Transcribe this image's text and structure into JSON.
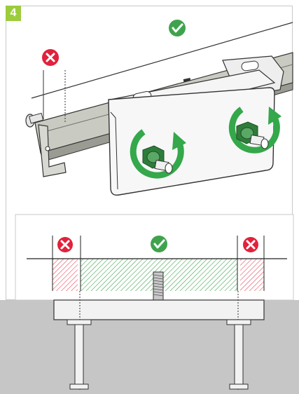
{
  "step": {
    "number": "4",
    "accent": "#9ccc3c"
  },
  "icons": {
    "ok": {
      "name": "check-icon",
      "color": "#3fa34d"
    },
    "bad": {
      "name": "cross-icon",
      "color": "#e2213b"
    }
  },
  "zones": [
    {
      "status": "incorrect",
      "hatch_color": "#e84a5f"
    },
    {
      "status": "correct",
      "hatch_color": "#3fa34d"
    },
    {
      "status": "incorrect",
      "hatch_color": "#e84a5f"
    }
  ],
  "colors": {
    "rail": "#c9cbc2",
    "rail_dark": "#9a9c93",
    "bracket": "#f4f4f4",
    "nut": "#2e7d3a",
    "arrow": "#34a84a",
    "base": "#c6c6c6"
  }
}
